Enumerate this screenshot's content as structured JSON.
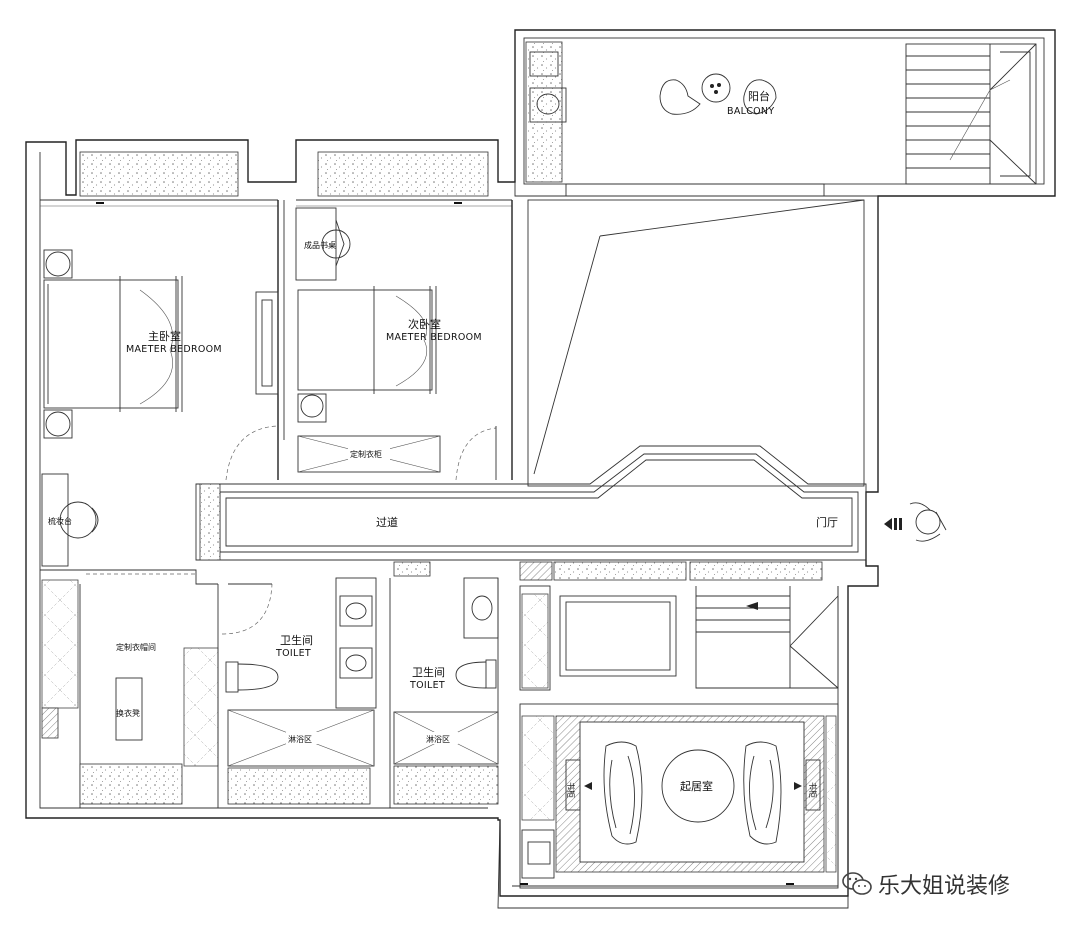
{
  "rooms": {
    "master_bedroom": {
      "cn": "主卧室",
      "en": "MAETER BEDROOM"
    },
    "second_bedroom": {
      "cn": "次卧室",
      "en": "MAETER BEDROOM"
    },
    "balcony": {
      "cn": "阳台",
      "en": "BALCONY"
    },
    "corridor": "过道",
    "foyer": "门厅",
    "walk_in_closet": "定制衣帽间",
    "bath_main": {
      "cn": "卫生间",
      "en": "TOILET"
    },
    "bath_second": {
      "cn": "卫生间",
      "en": "TOILET"
    },
    "living_room": "起居室"
  },
  "furniture": {
    "desk": "成品书桌",
    "wardrobe": "定制衣柜",
    "dresser": "梳妆台",
    "bench": "换衣凳",
    "shower_main": "淋浴区",
    "shower_second": "淋浴区",
    "cabinet_left": "书柜",
    "cabinet_right": "书柜"
  },
  "watermark": {
    "text": "乐大姐说装修",
    "icon": "wechat-icon"
  }
}
